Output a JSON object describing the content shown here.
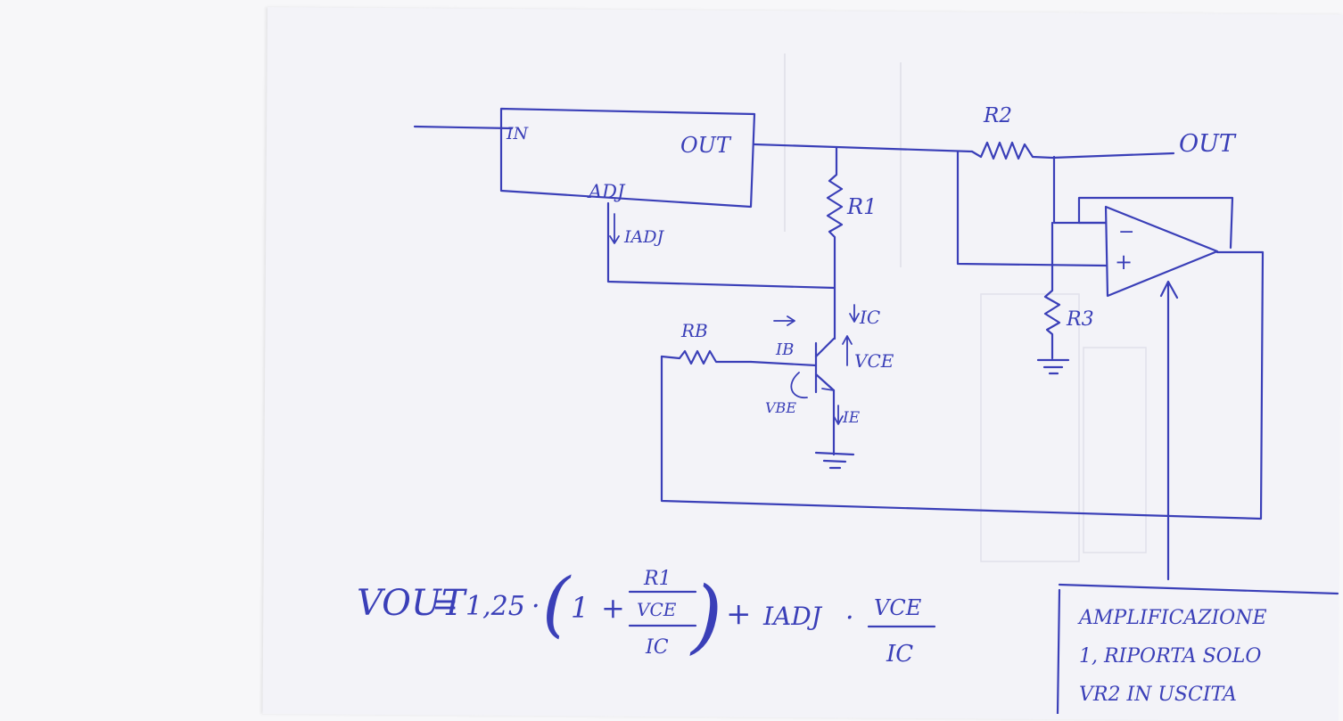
{
  "labels": {
    "regulator_in": "IN",
    "regulator_out": "OUT",
    "regulator_adj": "ADJ",
    "i_adj": "IADJ",
    "r1": "R1",
    "r2": "R2",
    "r3": "R3",
    "rb": "RB",
    "ib": "IB",
    "ic": "IC",
    "vce": "VCE",
    "vbe": "VBE",
    "ie": "IE",
    "output": "OUT",
    "opamp_minus": "−",
    "opamp_plus": "+"
  },
  "formula": {
    "lhs": "VOUT",
    "eq": "=",
    "const": "1,25",
    "dot1": "·",
    "paren_open": "(",
    "one": "1",
    "plus": "+",
    "frac_top": "R1",
    "frac_mid": "VCE",
    "frac_bot": "IC",
    "paren_close": ")",
    "plus2": "+",
    "term2": "IADJ",
    "dot2": "·",
    "frac2_top": "VCE",
    "frac2_bot": "IC"
  },
  "note": {
    "line1": "AMPLIFICAZIONE",
    "line2": "1, RIPORTA SOLO",
    "line3": "VR2 IN USCITA"
  },
  "colors": {
    "ink": "#3a3fb8",
    "paper": "#f3f3f8"
  }
}
